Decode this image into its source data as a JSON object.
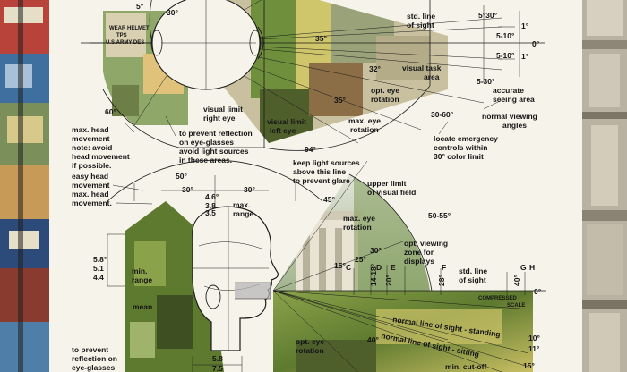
{
  "palette": {
    "page": "#f6f3ea",
    "ink": "#141414",
    "photo_green": "#6f8f3c",
    "photo_yellow": "#cfc56a",
    "photo_olive": "#4e5f2c",
    "sky": "#cfd7c8",
    "collage_blue": "#3f6f9e",
    "collage_red": "#b8433a",
    "collage_paper": "#d9d2bc",
    "architecture": "#b9b2a2"
  },
  "icons": {
    "top_head": "head-top-view-icon",
    "side_head": "head-side-profile-icon",
    "photo_collage": "photo-collage-icon"
  },
  "top_view": {
    "helmet_text": [
      "WEAR HELMET",
      "TPS",
      "U.S.ARMY DES"
    ],
    "angles": {
      "a5": "5°",
      "a30": "30°",
      "a35": "35°",
      "a32": "32°",
      "a35b": "35°",
      "a60": "60°",
      "a94": "94°",
      "a5_30_top": "5°30°",
      "a5_10_top": "5-10°",
      "a0": "0°",
      "a5_10_bot": "5-10°",
      "a1_top": "1°",
      "a1_bot": "1°",
      "a5_30_bot": "5-30°",
      "a30_60": "30-60°"
    },
    "labels": {
      "std_line_1": "std. line",
      "std_line_2": "of sight",
      "visual_task_1": "visual task",
      "visual_task_2": "area",
      "opt_eye_1": "opt. eye",
      "opt_eye_2": "rotation",
      "accurate_1": "accurate",
      "accurate_2": "seeing area",
      "normal_1": "normal viewing",
      "normal_2": "angles",
      "locate_1": "locate emergency",
      "locate_2": "controls within",
      "locate_3": "30° color limit",
      "vl_right_1": "visual limit",
      "vl_right_2": "right eye",
      "vl_left_1": "visual limit",
      "vl_left_2": "left eye",
      "max_eye_1": "max. eye",
      "max_eye_2": "rotation",
      "prevent_1": "to prevent reflection",
      "prevent_2": "on eye-glasses",
      "prevent_3": "avoid light sources",
      "prevent_4": "in these areas.",
      "max_head_1": "max. head",
      "max_head_2": "movement",
      "max_head_3": "note: avoid",
      "max_head_4": "head movement",
      "max_head_5": "if possible."
    }
  },
  "side_view": {
    "angles": {
      "a50": "50°",
      "a30l": "30°",
      "a30r": "30°",
      "a46": "4.6°",
      "a38": "3.8",
      "a35": "3.5",
      "a45": "45°",
      "a50_55": "50-55°",
      "a25": "25°",
      "a30e": "30°",
      "a15": "15°",
      "a14_18": "14-18°",
      "a20": "20°",
      "a28": "28°",
      "a40": "40°",
      "a0": "0°",
      "a58": "5.8°",
      "a51": "5.1",
      "a44": "4.4",
      "a10": "10°",
      "a11": "11°",
      "a15b": "15°",
      "a40b": "40°",
      "b58": "5.8",
      "b75": "7.5"
    },
    "letters": {
      "C": "C",
      "D": "D",
      "E": "E",
      "F": "F",
      "G": "G",
      "H": "H"
    },
    "labels": {
      "keep_1": "keep light sources",
      "keep_2": "above this line",
      "keep_3": "to prevent glare",
      "upper_1": "upper limit",
      "upper_2": "of visual field",
      "easy_1": "easy head",
      "easy_2": "movement",
      "maxhead_1": "max. head",
      "maxhead_2": "movement.",
      "max_range_1": "max.",
      "max_range_2": "range",
      "max_eye_1": "max. eye",
      "max_eye_2": "rotation",
      "opt_view_1": "opt. viewing",
      "opt_view_2": "zone for",
      "opt_view_3": "displays",
      "std_1": "std. line",
      "std_2": "of sight",
      "compressed_1": "COMPRESSED",
      "compressed_2": "SCALE",
      "normal_standing": "normal line of sight - standing",
      "normal_sitting": "normal line of sight - sitting",
      "mincut": "min. cut-off",
      "min_range_1": "min.",
      "min_range_2": "range",
      "mean": "mean",
      "opt_eye_1": "opt. eye",
      "opt_eye_2": "rotation",
      "prevent_1": "to prevent",
      "prevent_2": "reflection on",
      "prevent_3": "eye-glasses"
    }
  }
}
